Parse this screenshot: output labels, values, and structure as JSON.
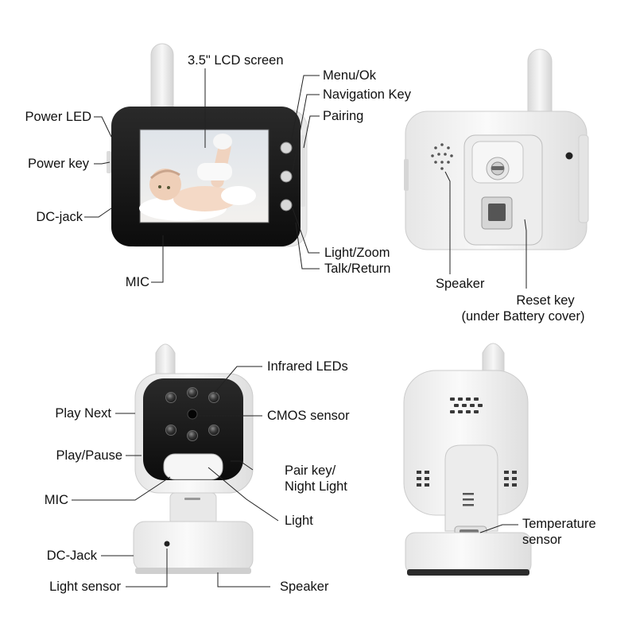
{
  "colors": {
    "device_white": "#f4f4f4",
    "device_shade": "#d9d9d9",
    "bezel_black": "#161616",
    "leader_line": "#222222"
  },
  "views": {
    "monitor_front": {
      "screen_image": "baby-photo",
      "labels": {
        "lcd_screen": "3.5\" LCD screen",
        "menu_ok": "Menu/Ok",
        "navigation_key": "Navigation Key",
        "pairing": "Pairing",
        "power_led": "Power LED",
        "power_key": "Power key",
        "dc_jack": "DC-jack",
        "light_zoom": "Light/Zoom",
        "talk_return": "Talk/Return",
        "mic": "MIC"
      }
    },
    "monitor_back": {
      "labels": {
        "speaker": "Speaker",
        "reset_key": "Reset key",
        "reset_key_note": "(under Battery cover)"
      }
    },
    "camera_front": {
      "labels": {
        "infrared_leds": "Infrared LEDs",
        "cmos_sensor": "CMOS sensor",
        "play_next": "Play Next",
        "play_pause": "Play/Pause",
        "pair_key_line1": "Pair key/",
        "pair_key_line2": "Night Light",
        "mic": "MIC",
        "light": "Light",
        "dc_jack": "DC-Jack",
        "light_sensor": "Light sensor",
        "speaker": "Speaker"
      }
    },
    "camera_back": {
      "labels": {
        "temperature_line1": "Temperature",
        "temperature_line2": "sensor"
      }
    }
  }
}
